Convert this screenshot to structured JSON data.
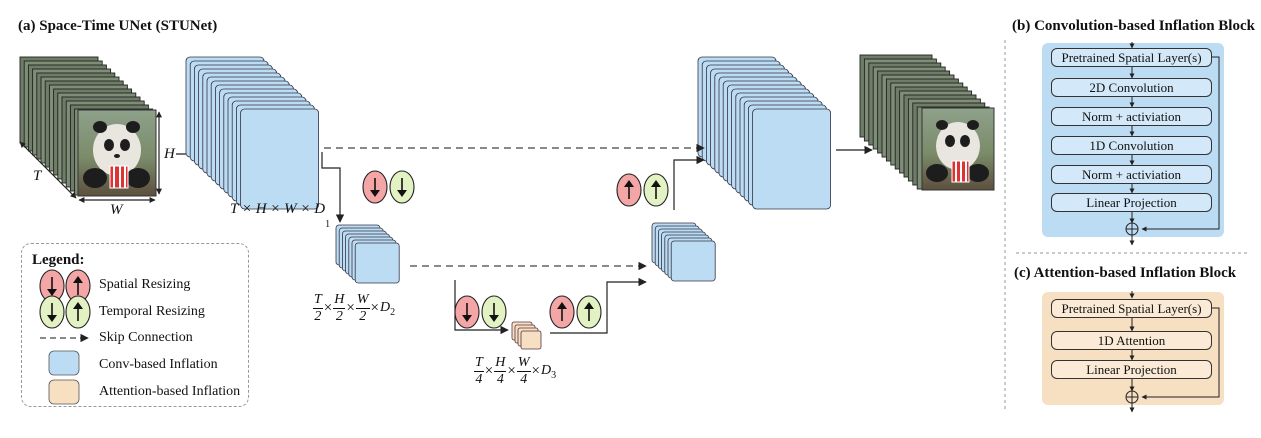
{
  "panels": {
    "a_title": "(a) Space-Time UNet (STUNet)",
    "b_title": "(b) Convolution-based Inflation Block",
    "c_title": "(c) Attention-based Inflation Block"
  },
  "input": {
    "t_label": "T",
    "w_label": "W",
    "h_label": "H"
  },
  "dims": {
    "level1": "T × H × W × D",
    "level1_sub": "1",
    "level2": {
      "t_num": "T",
      "t_den": "2",
      "h_num": "H",
      "h_den": "2",
      "w_num": "W",
      "w_den": "2",
      "d": "D",
      "d_sub": "2"
    },
    "level3": {
      "t_num": "T",
      "t_den": "4",
      "h_num": "H",
      "h_den": "4",
      "w_num": "W",
      "w_den": "4",
      "d": "D",
      "d_sub": "3"
    }
  },
  "legend": {
    "title": "Legend:",
    "items": [
      "Spatial Resizing",
      "Temporal Resizing",
      "Skip Connection",
      "Conv-based Inflation",
      "Attention-based Inflation"
    ]
  },
  "conv_block": {
    "layers": [
      "Pretrained Spatial Layer(s)",
      "2D Convolution",
      "Norm + activiation",
      "1D Convolution",
      "Norm + activiation",
      "Linear Projection"
    ]
  },
  "attn_block": {
    "layers": [
      "Pretrained Spatial Layer(s)",
      "1D Attention",
      "Linear Projection"
    ]
  },
  "colors": {
    "conv": "#bcdcf4",
    "attention": "#f7dfc1",
    "spatial_resize": "#f4a6a6",
    "temporal_resize": "#e3f2c2"
  }
}
